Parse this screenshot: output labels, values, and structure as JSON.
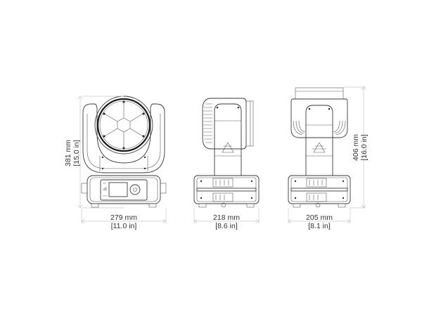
{
  "drawing": {
    "title": "Moving head fixture dimension drawing",
    "background": "#ffffff",
    "line_color": "#3a3a3a",
    "dimension_line_color": "#c8c8c8",
    "text_color": "#333333"
  },
  "views": [
    {
      "name": "front-view",
      "width_label": "279 mm",
      "width_label_imperial": "[11.0 in]",
      "height_label": "381 mm",
      "height_label_imperial": "[15.0 in]"
    },
    {
      "name": "side-view",
      "width_label": "218 mm",
      "width_label_imperial": "[8.6 in]"
    },
    {
      "name": "rear-view",
      "width_label": "205 mm",
      "width_label_imperial": "[8.1 in]",
      "height_label": "406 mm",
      "height_label_imperial": "[16.0 in]"
    }
  ]
}
